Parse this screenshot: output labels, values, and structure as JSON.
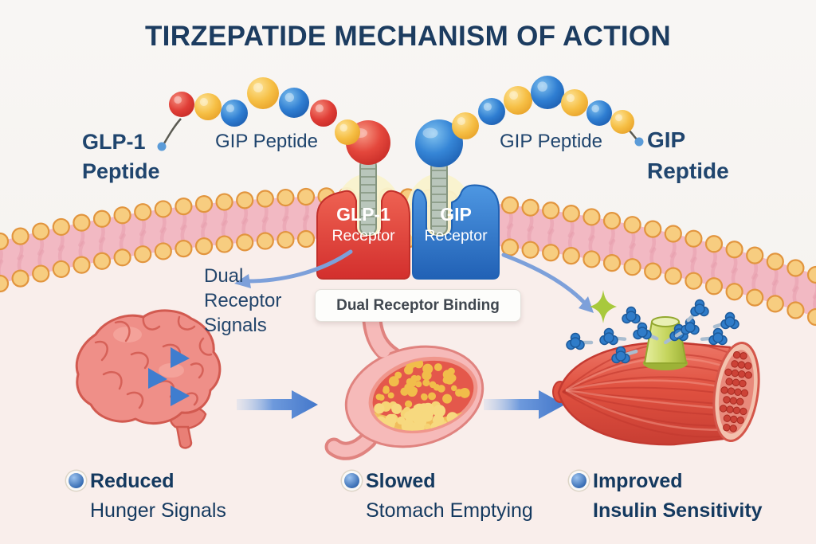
{
  "title": "TIRZEPATIDE MECHANISM OF ACTION",
  "labels": {
    "glp1_peptide": "GLP-1\nPeptide",
    "gip_peptide_left": "GIP Peptide",
    "gip_peptide_right": "GIP Peptide",
    "gip_reptide": "GIP\nReptide",
    "dual_receptor_signals": "Dual\nReceptor\nSignals",
    "dual_receptor_binding": "Dual Receptor Binding"
  },
  "receptors": {
    "glp1": {
      "name": "GLP-1",
      "type_label": "Receptor"
    },
    "gip": {
      "name": "GIP",
      "type_label": "Receptor"
    }
  },
  "outcomes": [
    {
      "emphasis": "Reduced",
      "rest": "Hunger Signals"
    },
    {
      "emphasis": "Slowed",
      "rest": "Stomach Emptying"
    },
    {
      "emphasis": "Improved",
      "rest": "Insulin Sensitivity"
    }
  ],
  "palette": {
    "title_text": "#1c3c60",
    "label_text": "#20456e",
    "bead_red": "#e03e37",
    "bead_yellow": "#f6bf45",
    "bead_blue": "#2f7ed2",
    "receptor_red": "#d93131",
    "receptor_blue": "#2161b5",
    "membrane_head": "#f7cd80",
    "membrane_head_stroke": "#e2953e",
    "membrane_tail": "#f2b9c3",
    "membrane_tail_line": "#e59cab",
    "arrow_blue": "#4d86d6",
    "curved_arrow_blue": "#7da0da",
    "brain_pink": "#ef8f88",
    "brain_line": "#d25a50",
    "stomach_wall": "#f6bab9",
    "stomach_inner": "#e4584b",
    "food_dot": "#f1bd4a",
    "muscle_red": "#e05140",
    "transporter_green": "#c4d45c",
    "glucose_blue": "#2f7cc9",
    "sparkle_green": "#a8c93c",
    "lower_background": "#f9eeeb"
  }
}
